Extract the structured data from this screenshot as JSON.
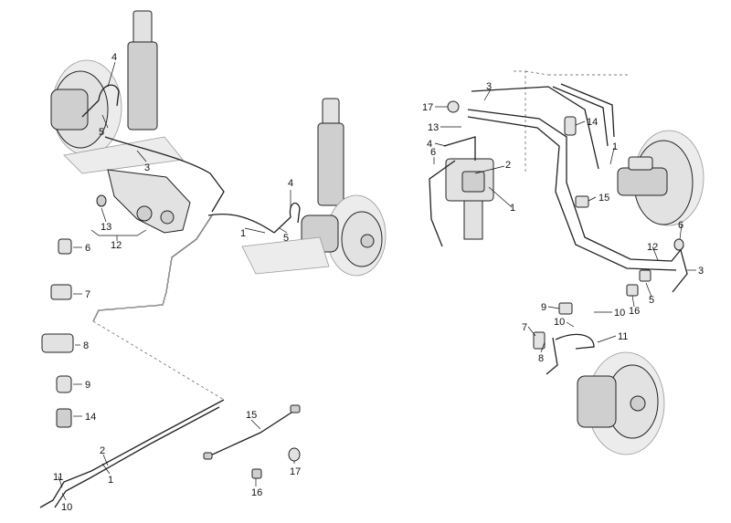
{
  "diagram": {
    "labels": {
      "l_4a": "4",
      "l_5a": "5",
      "l_3a": "3",
      "l_13a": "13",
      "l_12a": "12",
      "l_6a": "6",
      "l_7a": "7",
      "l_8a": "8",
      "l_9a": "9",
      "l_14a": "14",
      "l_4b": "4",
      "l_1a": "1",
      "l_5b": "5",
      "l_15a": "15",
      "l_17a": "17",
      "l_16a": "16",
      "l_2a": "2",
      "l_1b": "1",
      "l_11a": "11",
      "l_10a": "10",
      "l_17b": "17",
      "l_3b": "3",
      "l_13b": "13",
      "l_14b": "14",
      "l_4c": "4",
      "l_6b": "6",
      "l_2b": "2",
      "l_1c": "1",
      "l_1d": "1",
      "l_15b": "15",
      "l_6c": "6",
      "l_12b": "12",
      "l_3c": "3",
      "l_5c": "5",
      "l_16b": "16",
      "l_9b": "9",
      "l_10b": "10",
      "l_10c": "10",
      "l_7b": "7",
      "l_11b": "11",
      "l_8b": "8"
    }
  }
}
